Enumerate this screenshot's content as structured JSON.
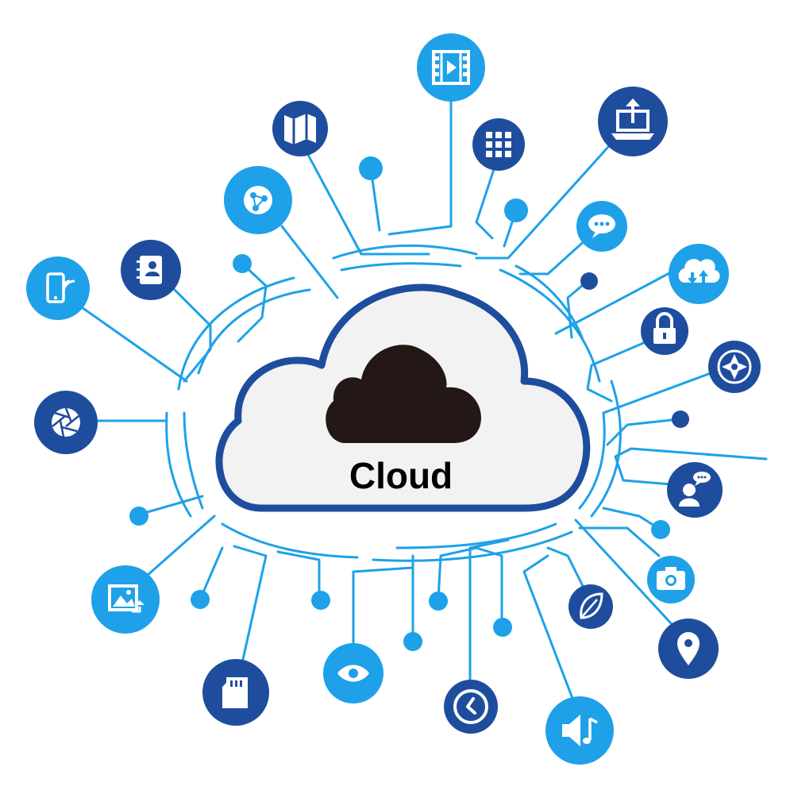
{
  "center": {
    "label": "Cloud"
  },
  "colors": {
    "dark_blue": "#1f4d9e",
    "light_blue": "#1ea1e8",
    "line_blue": "#1ea1e8",
    "cloud_fill": "#f2f2f2",
    "cloud_stroke": "#1f4d9e",
    "cloud_icon": "#231815",
    "label": "#000000"
  },
  "nodes": [
    {
      "icon": "video-film-icon",
      "tone": "light"
    },
    {
      "icon": "map-icon",
      "tone": "dark"
    },
    {
      "icon": "app-grid-icon",
      "tone": "dark"
    },
    {
      "icon": "laptop-upload-icon",
      "tone": "dark"
    },
    {
      "icon": "globe-network-icon",
      "tone": "light"
    },
    {
      "icon": "chat-bubble-icon",
      "tone": "light"
    },
    {
      "icon": "contacts-book-icon",
      "tone": "dark"
    },
    {
      "icon": "cloud-sync-icon",
      "tone": "light"
    },
    {
      "icon": "mobile-wifi-icon",
      "tone": "light"
    },
    {
      "icon": "padlock-icon",
      "tone": "dark"
    },
    {
      "icon": "compass-icon",
      "tone": "dark"
    },
    {
      "icon": "camera-aperture-icon",
      "tone": "dark"
    },
    {
      "icon": "user-chat-icon",
      "tone": "dark"
    },
    {
      "icon": "camera-icon",
      "tone": "light"
    },
    {
      "icon": "image-transfer-icon",
      "tone": "light"
    },
    {
      "icon": "leaf-icon",
      "tone": "dark"
    },
    {
      "icon": "location-pin-icon",
      "tone": "dark"
    },
    {
      "icon": "sd-card-icon",
      "tone": "dark"
    },
    {
      "icon": "eye-icon",
      "tone": "light"
    },
    {
      "icon": "clock-icon",
      "tone": "dark"
    },
    {
      "icon": "speaker-music-icon",
      "tone": "light"
    }
  ]
}
